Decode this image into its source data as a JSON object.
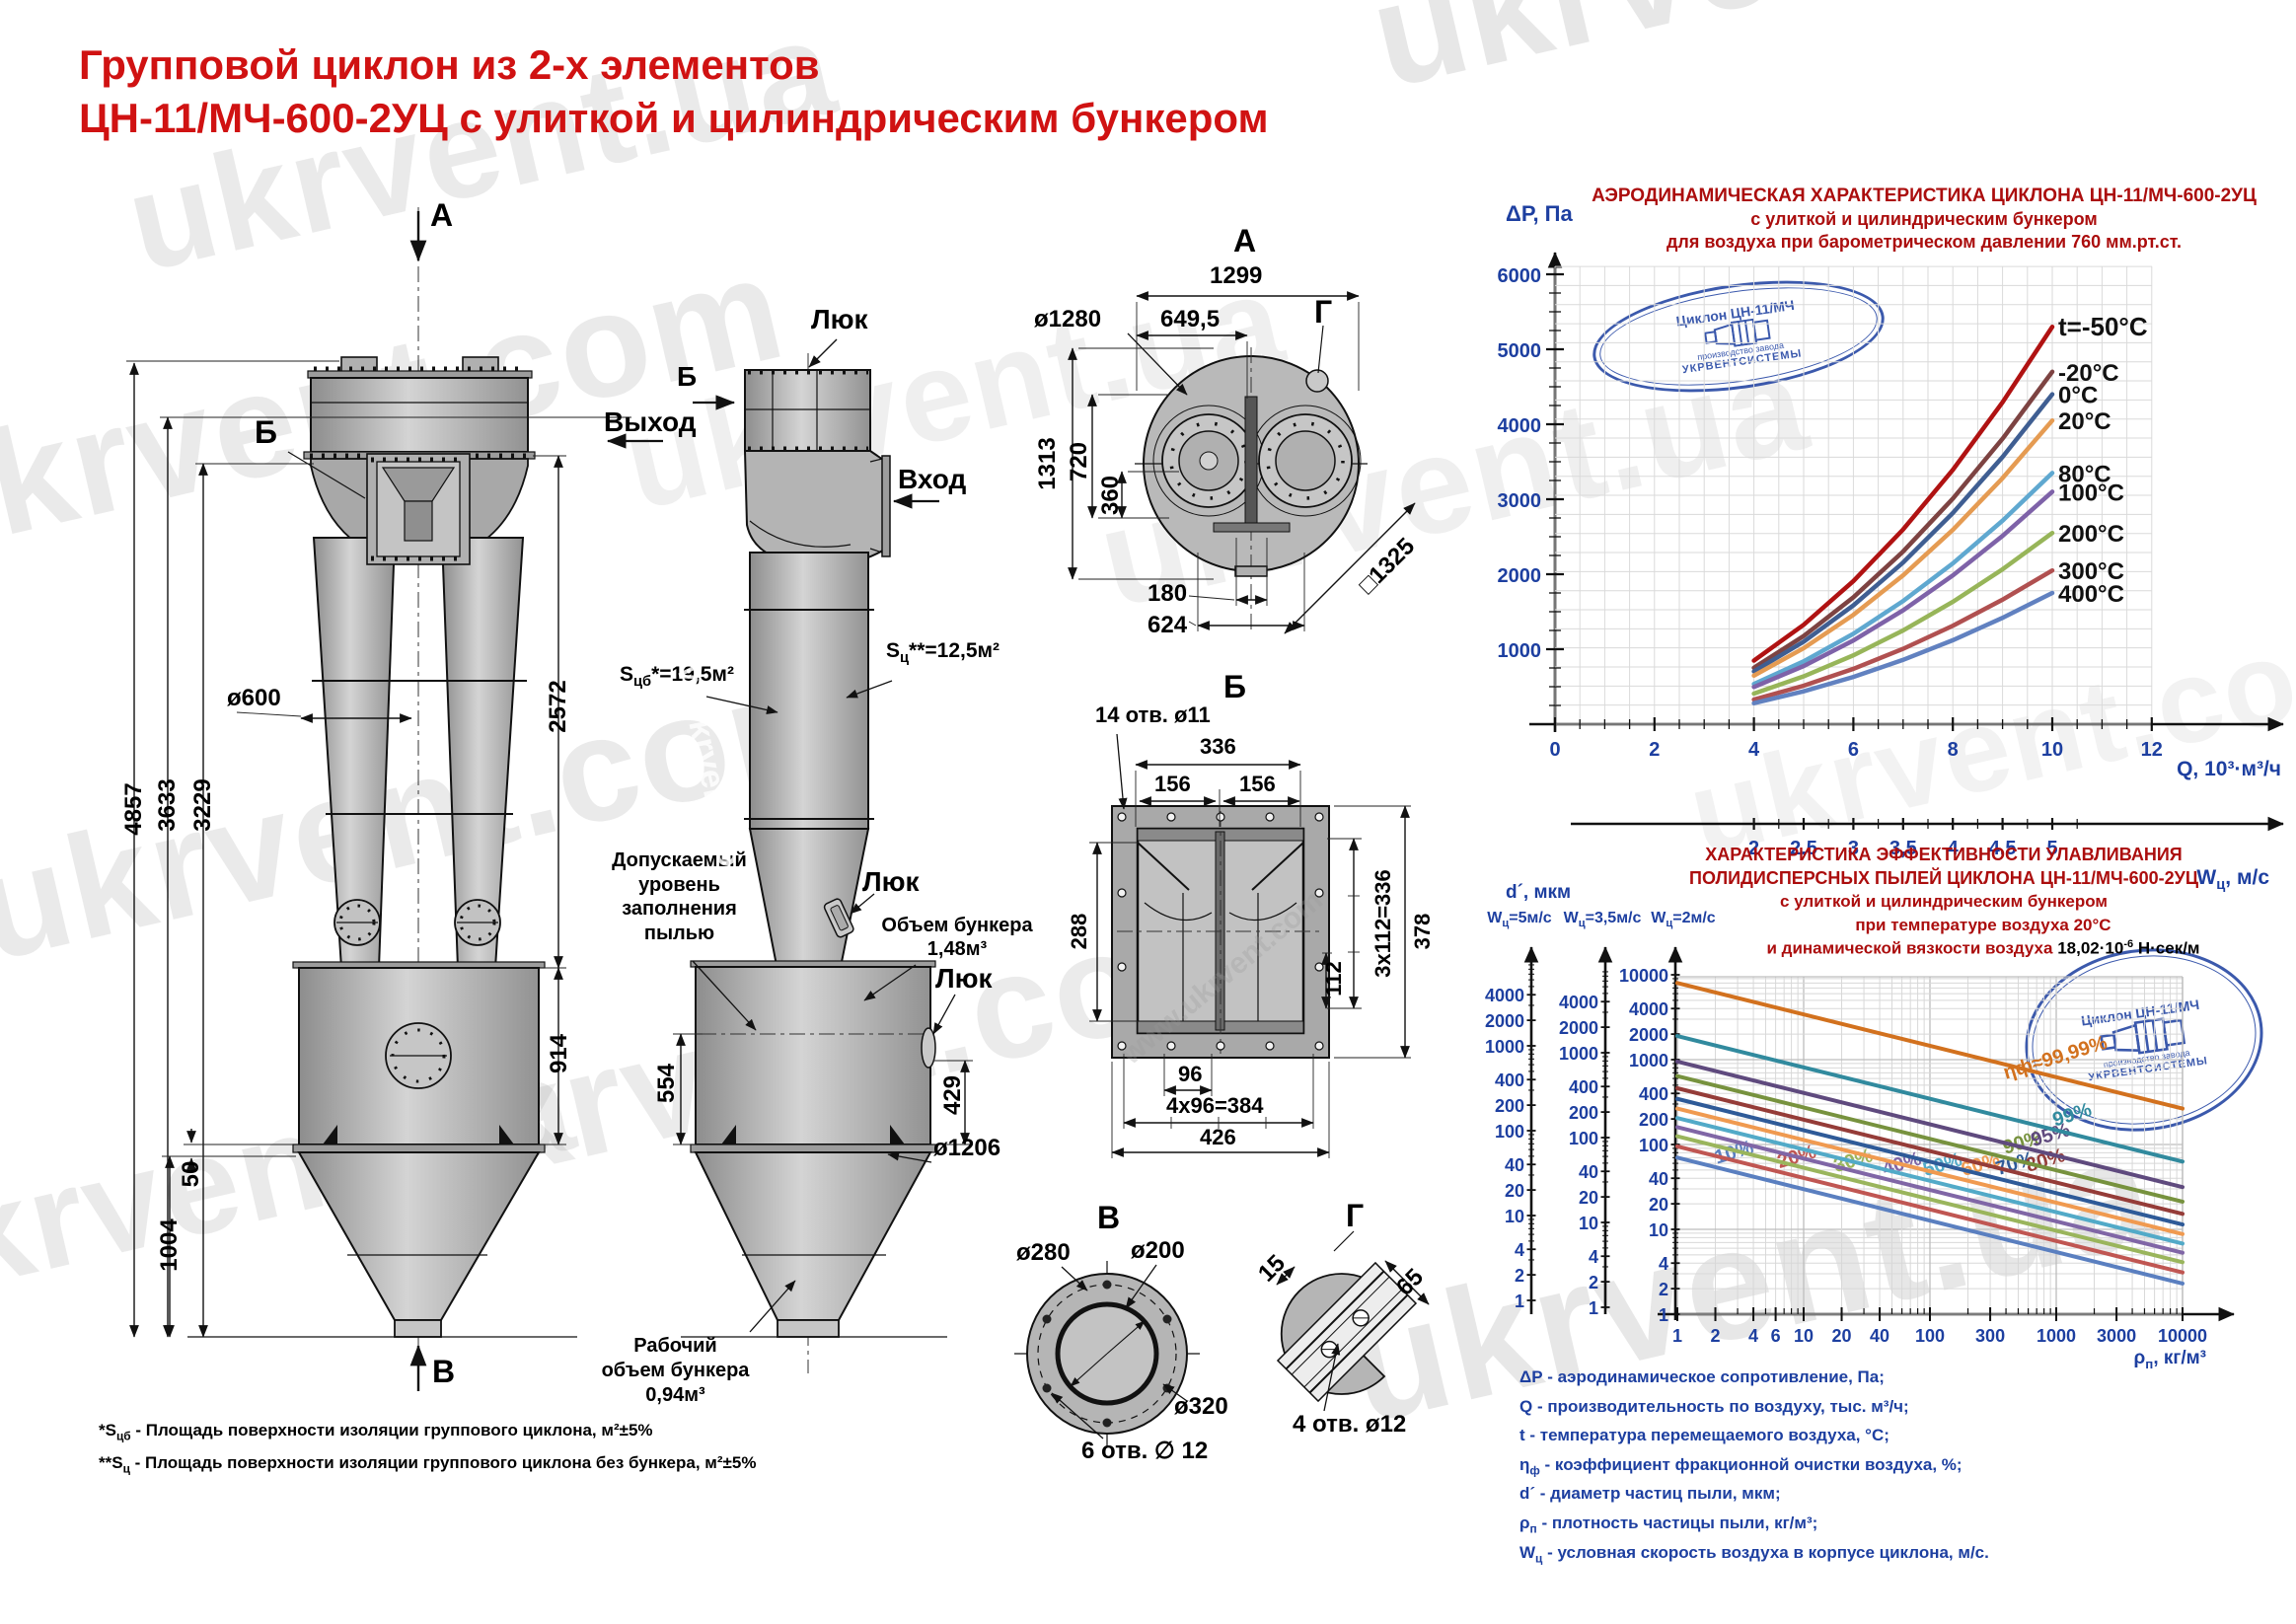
{
  "title": {
    "line1": "Групповой циклон из 2-х элементов",
    "line2": "ЦН-11/МЧ-600-2УЦ с улиткой и цилиндрическим бункером"
  },
  "watermark": {
    "com": "ukrvent.com",
    "ua": "ukrvent.ua",
    "www": "www.ukrvent.com"
  },
  "logo": {
    "line1": "Циклон ЦН-11/МЧ",
    "line2": "производство завода",
    "line3": "УКРВЕНТСИСТЕМЫ"
  },
  "front_view": {
    "label_a": "А",
    "label_b": "Б",
    "label_v": "В",
    "dim_4857": "4857",
    "dim_3633": "3633",
    "dim_3229": "3229",
    "dim_2572": "2572",
    "dim_914": "914",
    "dim_50": "50",
    "dim_1004": "1004",
    "dim_d600": "ø600"
  },
  "side_view": {
    "luk1": "Люк",
    "luk2": "Люк",
    "luk3": "Люк",
    "label_b": "Б",
    "vyhod": "Выход",
    "vhod": "Вход",
    "s1_pre": "S",
    "s1_sub": "цб",
    "s1_post": "*=19,5м²",
    "s2_pre": "S",
    "s2_sub": "ц",
    "s2_post": "**=12,5м²",
    "dust_level": "Допускаемый\nуровень\nзаполнения\nпылью",
    "bunker_volume": "Объем бункера\n1,48м³",
    "work_volume": "Рабочий\nобъем бункера\n0,94м³",
    "dim_554": "554",
    "dim_429": "429",
    "dim_d1206": "ø1206"
  },
  "view_a": {
    "label": "А",
    "label_g": "Г",
    "dim_1299": "1299",
    "dim_d1280": "ø1280",
    "dim_6495": "649,5",
    "dim_1313": "1313",
    "dim_720": "720",
    "dim_360": "360",
    "dim_180": "180",
    "dim_624": "624",
    "dim_1325": "□1325"
  },
  "section_b": {
    "label": "Б",
    "holes": "14 отв. ø11",
    "dim_336": "336",
    "dim_156a": "156",
    "dim_156b": "156",
    "dim_288": "288",
    "dim_112": "112",
    "dim_3x112": "3x112=336",
    "dim_378": "378",
    "dim_96": "96",
    "dim_4x96": "4x96=384",
    "dim_426": "426"
  },
  "view_v": {
    "label": "В",
    "dim_d280": "ø280",
    "dim_d200": "ø200",
    "dim_d320": "ø320",
    "holes": "6 отв. ∅ 12"
  },
  "view_g": {
    "label": "Г",
    "dim_15": "15",
    "dim_65": "65",
    "holes": "4 отв. ø12"
  },
  "chart1": {
    "title1": "АЭРОДИНАМИЧЕСКАЯ  ХАРАКТЕРИСТИКА  ЦИКЛОНА ЦН-11/МЧ-600-2УЦ",
    "title2": "с улиткой и цилиндрическим бункером",
    "title3": "для воздуха при барометрическом давлении 760 мм.рт.ст.",
    "y_label": "ΔР, Па",
    "x1_label": "Q, 10³·м³/ч",
    "x2_pre": "W",
    "x2_sub": "ц",
    "x2_post": ", м/с"
  },
  "chart2": {
    "title1": "ХАРАКТЕРИСТИКА  ЭФФЕКТИВНОСТИ УЛАВЛИВАНИЯ",
    "title2": "ПОЛИДИСПЕРСНЫХ ПЫЛЕЙ ЦИКЛОНА ЦН-11/МЧ-600-2УЦ",
    "title3": "с улиткой и цилиндрическим бункером",
    "title4": "при температуре воздуха 20°С",
    "title5_pre": "и динамической вязкости воздуха",
    "title5_val": "18,02·10",
    "title5_sup": "-6",
    "title5_unit": "Н·сек/м",
    "d_label": "d´, мкм",
    "w5_pre": "W",
    "w5_sub": "ц",
    "w5_post": "=5м/с",
    "w35_pre": "W",
    "w35_sub": "ц",
    "w35_post": "=3,5м/с",
    "w2_pre": "W",
    "w2_sub": "ц",
    "w2_post": "=2м/с",
    "x_pre": "ρ",
    "x_sub": "п",
    "x_post": ", кг/м³"
  },
  "definitions": [
    {
      "s": "ΔР",
      "sub": "",
      "t": " - аэродинамическое сопротивление, Па;"
    },
    {
      "s": "Q",
      "sub": "",
      "t": " - производительность по воздуху, тыс. м³/ч;"
    },
    {
      "s": "t",
      "sub": "",
      "t": " - температура перемещаемого воздуха, °С;"
    },
    {
      "s": "η",
      "sub": "ф",
      "t": " - коэффициент фракционной очистки воздуха, %;"
    },
    {
      "s": "d´",
      "sub": "",
      "t": " - диаметр частиц пыли, мкм;"
    },
    {
      "s": "ρ",
      "sub": "п",
      "t": " - плотность частицы пыли, кг/м³;"
    },
    {
      "s": "W",
      "sub": "ц",
      "t": " - условная скорость воздуха в корпусе циклона, м/с."
    }
  ],
  "footnotes": [
    {
      "s": "*S",
      "sub": "цб",
      "t": " - Площадь поверхности изоляции группового циклона, м²±5%"
    },
    {
      "s": "**S",
      "sub": "ц",
      "t": " - Площадь поверхности изоляции группового циклона без бункера, м²±5%"
    }
  ],
  "chart_data": [
    {
      "type": "line",
      "title": "АЭРОДИНАМИЧЕСКАЯ ХАРАКТЕРИСТИКА ЦИКЛОНА ЦН-11/МЧ-600-2УЦ с улиткой и цилиндрическим бункером, для воздуха при барометрическом давлении 760 мм.рт.ст.",
      "xlabel": "Q, 10³·м³/ч",
      "x2label": "Wц, м/с",
      "ylabel": "ΔР, Па",
      "xlim": [
        0,
        12.6
      ],
      "ylim": [
        0,
        6400
      ],
      "grid": true,
      "legend_position": "right-of-curves",
      "x": [
        4,
        5,
        6,
        7,
        8,
        9,
        10
      ],
      "x2_of_x": "Wц = Q/2",
      "series": [
        {
          "name": "t=-50°С",
          "color": "#b01212",
          "values": [
            848,
            1325,
            1908,
            2597,
            3392,
            4293,
            5300
          ]
        },
        {
          "name": "-20°С",
          "color": "#7d4342",
          "values": [
            752,
            1175,
            1692,
            2303,
            3008,
            3807,
            4700
          ]
        },
        {
          "name": "0°С",
          "color": "#3f5e92",
          "values": [
            704,
            1100,
            1584,
            2156,
            2816,
            3564,
            4400
          ]
        },
        {
          "name": "20°С",
          "color": "#e59b52",
          "values": [
            648,
            1013,
            1458,
            1985,
            2592,
            3281,
            4050
          ]
        },
        {
          "name": "80°С",
          "color": "#5fa8d0",
          "values": [
            536,
            838,
            1206,
            1642,
            2144,
            2714,
            3350
          ]
        },
        {
          "name": "100°С",
          "color": "#7e62a8",
          "values": [
            496,
            775,
            1116,
            1519,
            1984,
            2511,
            3100
          ]
        },
        {
          "name": "200°С",
          "color": "#97b559",
          "values": [
            408,
            638,
            918,
            1250,
            1632,
            2066,
            2550
          ]
        },
        {
          "name": "300°С",
          "color": "#b05050",
          "values": [
            328,
            513,
            738,
            1005,
            1312,
            1661,
            2050
          ]
        },
        {
          "name": "400°С",
          "color": "#6181c0",
          "values": [
            280,
            438,
            630,
            858,
            1120,
            1418,
            1750
          ]
        }
      ],
      "y_ticks": [
        1000,
        2000,
        3000,
        4000,
        5000,
        6000
      ],
      "x_ticks": [
        0,
        2,
        4,
        6,
        8,
        10,
        12
      ],
      "x2_ticks": [
        "2",
        "2,5",
        "3",
        "3,5",
        "4",
        "4,5",
        "5"
      ]
    },
    {
      "type": "line",
      "scale": "log-log",
      "title": "ХАРАКТЕРИСТИКА ЭФФЕКТИВНОСТИ УЛАВЛИВАНИЯ ПОЛИДИСПЕРСНЫХ ПЫЛЕЙ ЦИКЛОНА ЦН-11/МЧ-600-2УЦ с улиткой и цилиндрическим бункером при температуре воздуха 20°С и динамической вязкости воздуха 18,02·10⁻⁶ Н·сек/м",
      "xlabel": "ρп, кг/м³",
      "ylabel": "d´, мкм",
      "xlim": [
        1,
        10000
      ],
      "ylim": [
        1,
        10000
      ],
      "grid": true,
      "x": [
        1,
        10,
        100,
        1000,
        10000
      ],
      "series": [
        {
          "label": "10%",
          "color": "#5a7fc0",
          "values": [
            70,
            29.9,
            12.7,
            5.4,
            2.3
          ]
        },
        {
          "label": "20%",
          "color": "#c05652",
          "values": [
            95,
            40.5,
            17.3,
            7.4,
            3.1
          ]
        },
        {
          "label": "30%",
          "color": "#9ab55c",
          "values": [
            125,
            53.3,
            22.7,
            9.7,
            4.1
          ]
        },
        {
          "label": "40%",
          "color": "#8066a6",
          "values": [
            160,
            68.3,
            29.1,
            12.4,
            5.3
          ]
        },
        {
          "label": "50%",
          "color": "#52aac8",
          "values": [
            205,
            87.5,
            37.3,
            15.9,
            6.8
          ]
        },
        {
          "label": "60%",
          "color": "#f09a50",
          "values": [
            265,
            113,
            48.2,
            20.6,
            8.8
          ]
        },
        {
          "label": "70%",
          "color": "#2e5a98",
          "values": [
            345,
            147,
            62.8,
            26.8,
            11.4
          ]
        },
        {
          "label": "80%",
          "color": "#953c38",
          "values": [
            460,
            196,
            83.7,
            35.7,
            15.2
          ]
        },
        {
          "label": "90%",
          "color": "#77923e",
          "values": [
            640,
            273,
            116,
            49.7,
            21.2
          ]
        },
        {
          "label": "95%",
          "color": "#5f4a7e",
          "values": [
            950,
            405,
            173,
            73.8,
            31.5
          ]
        },
        {
          "label": "99%",
          "color": "#318a9e",
          "values": [
            1900,
            811,
            346,
            148,
            62.9
          ]
        },
        {
          "label": "ηф≈99,99%",
          "color": "#d2711e",
          "values": [
            8000,
            3413,
            1456,
            621,
            265
          ]
        }
      ],
      "axis_scale_values": [
        4000,
        2000,
        1000,
        400,
        200,
        100,
        40,
        20,
        10,
        4,
        2,
        1
      ],
      "axis3_top_value": 10000,
      "x_ticks": [
        1,
        2,
        4,
        6,
        10,
        20,
        40,
        100,
        300,
        1000,
        3000,
        10000
      ],
      "w_axes": [
        "Wц=5м/с",
        "Wц=3,5м/с",
        "Wц=2м/с"
      ]
    }
  ]
}
